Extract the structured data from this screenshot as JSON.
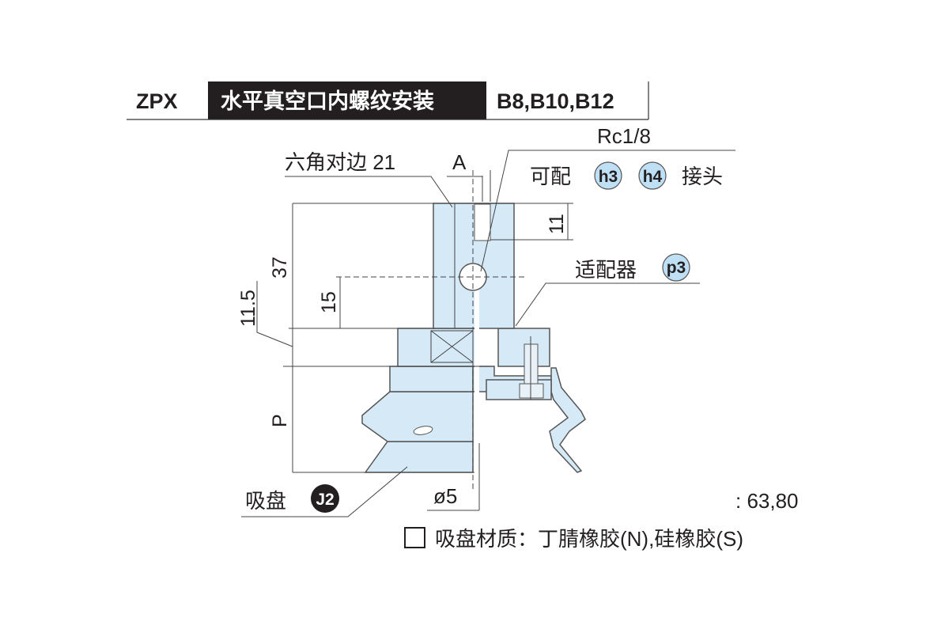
{
  "header": {
    "series": "ZPX",
    "mount_type": "水平真空口内螺纹安装",
    "sizes": "B8,B10,B12"
  },
  "labels": {
    "hex": "六角对边 21",
    "a": "A",
    "port": "Rc1/8",
    "fit_prefix": "可配",
    "fit_suffix": "接头",
    "badge_h3": "h3",
    "badge_h4": "h4",
    "adapter": "适配器",
    "badge_p3": "p3",
    "pad": "吸盘",
    "badge_j2": "J2",
    "dia": "ø5"
  },
  "dimensions": {
    "d11": "11",
    "d37": "37",
    "d15": "15",
    "d11_5": "11.5",
    "p": "P"
  },
  "notes": {
    "sizes_note": ": 63,80",
    "material": "吸盘材质：丁腈橡胶(N),硅橡胶(S)"
  },
  "colors": {
    "body": "#d5e9f7",
    "badge": "#bfdff4",
    "header_bg": "#231f20"
  }
}
